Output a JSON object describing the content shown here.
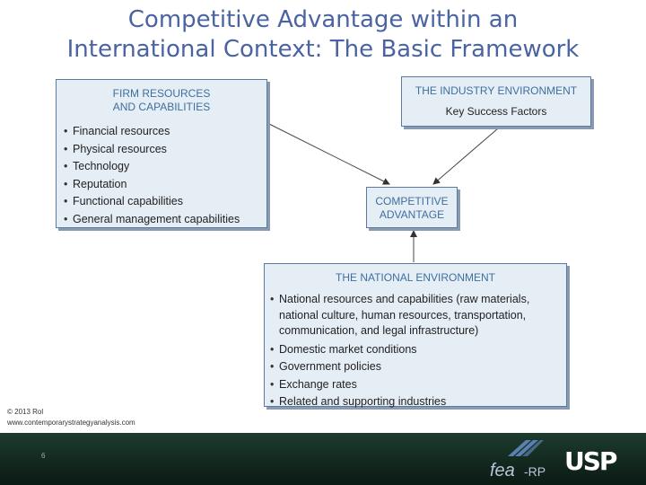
{
  "title": {
    "line1": "Competitive Advantage within an",
    "line2": "International Context: The Basic Framework"
  },
  "firm": {
    "title_line1": "FIRM RESOURCES",
    "title_line2": "AND CAPABILITIES",
    "items": [
      "Financial resources",
      "Physical resources",
      "Technology",
      "Reputation",
      "Functional capabilities",
      "General management capabilities"
    ]
  },
  "industry": {
    "title": "THE INDUSTRY ENVIRONMENT",
    "subtitle": "Key Success Factors"
  },
  "competitive": {
    "line1": "COMPETITIVE",
    "line2": "ADVANTAGE"
  },
  "national": {
    "title": "THE NATIONAL ENVIRONMENT",
    "items": [
      "National resources and capabilities (raw materials, national culture, human resources, transportation, communication, and legal infrastructure)",
      "Domestic market conditions",
      "Government policies",
      "Exchange rates",
      "Related and supporting industries"
    ]
  },
  "copyright": {
    "line1": "© 2013 Rol",
    "line2": "www.contemporarystrategyanalysis.com"
  },
  "page_number": "6",
  "logos": {
    "fea_rp": "fea-RP",
    "usp": "USP"
  },
  "colors": {
    "title": "#4a63a3",
    "box_fill": "#e6eef5",
    "box_title": "#3d6fa0",
    "footer": "#13281f"
  }
}
